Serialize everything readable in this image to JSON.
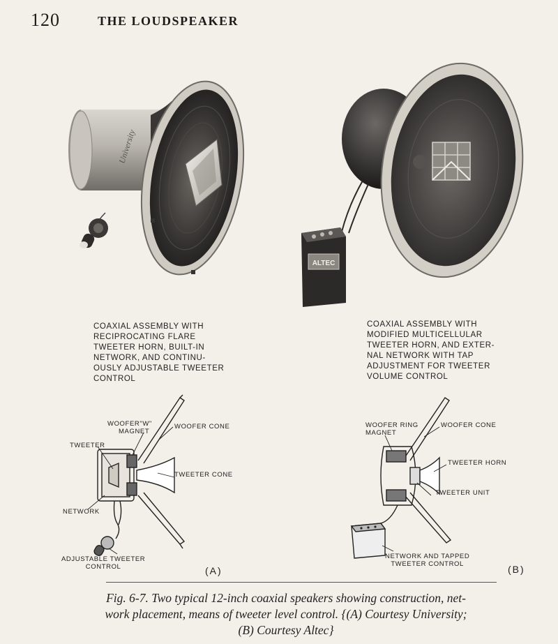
{
  "header": {
    "page_number": "120",
    "running_head": "THE LOUDSPEAKER"
  },
  "photos": {
    "a": {
      "printed_text": "University"
    },
    "b": {
      "printed_text": "ALTEC"
    }
  },
  "captions": {
    "a": [
      "COAXIAL ASSEMBLY WITH",
      "RECIPROCATING FLARE",
      "TWEETER HORN, BUILT-IN",
      "NETWORK, AND CONTINU-",
      "OUSLY ADJUSTABLE TWEETER",
      "CONTROL"
    ],
    "b": [
      "COAXIAL ASSEMBLY WITH",
      "MODIFIED MULTICELLULAR",
      "TWEETER HORN, AND EXTER-",
      "NAL NETWORK WITH TAP",
      "ADJUSTMENT FOR TWEETER",
      "VOLUME CONTROL"
    ]
  },
  "diagram_a": {
    "panel_letter": "(A)",
    "labels": {
      "woofer_w_magnet": [
        "WOOFER\"W\"",
        "MAGNET"
      ],
      "woofer_cone": "WOOFER CONE",
      "tweeter": "TWEETER",
      "tweeter_cone": "TWEETER CONE",
      "network": "NETWORK",
      "adjustable_control": [
        "ADJUSTABLE TWEETER",
        "CONTROL"
      ]
    }
  },
  "diagram_b": {
    "panel_letter": "(B)",
    "labels": {
      "woofer_ring_magnet": [
        "WOOFER RING",
        "MAGNET"
      ],
      "woofer_cone": "WOOFER CONE",
      "tweeter_horn": "TWEETER HORN",
      "tweeter_unit": "TWEETER UNIT",
      "network_control": [
        "NETWORK AND TAPPED",
        "TWEETER CONTROL"
      ]
    }
  },
  "figure_caption": {
    "lines": [
      "Fig. 6-7.  Two typical 12-inch coaxial speakers showing construction, net-",
      "work placement, means of tweeter level control. {(A) Courtesy University;",
      "(B) Courtesy Altec}"
    ]
  }
}
